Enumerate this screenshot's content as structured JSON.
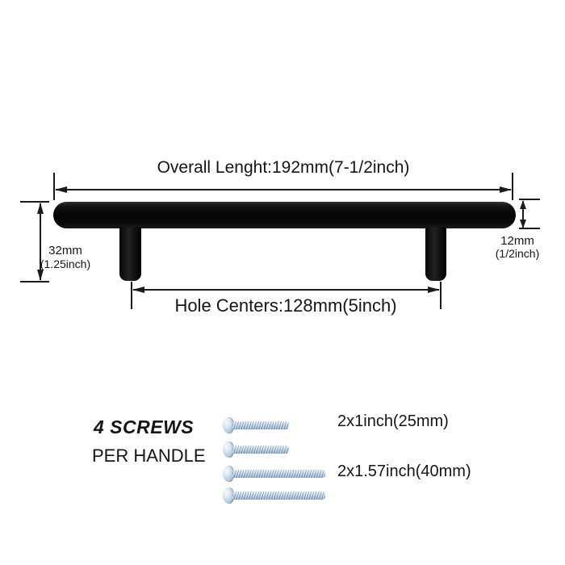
{
  "diagram": {
    "overall_length": "Overall Lenght:192mm(7-1/2inch)",
    "hole_centers": "Hole Centers:128mm(5inch)",
    "bar_height_mm": "32mm",
    "bar_height_inch": "(1.25inch)",
    "bar_diameter_mm": "12mm",
    "bar_diameter_inch": "(1/2inch)"
  },
  "hardware": {
    "title": "4 SCREWS",
    "subtitle": "PER HANDLE",
    "screw_labels": {
      "short": "2x1inch(25mm)",
      "long": "2x1.57inch(40mm)"
    },
    "screw_counts": {
      "short": 2,
      "long": 2
    }
  },
  "colors": {
    "background": "#ffffff",
    "handle": "#0a0a0a",
    "dimension_lines": "#1b1b1b",
    "screw_steel": "#b3c7dc"
  }
}
